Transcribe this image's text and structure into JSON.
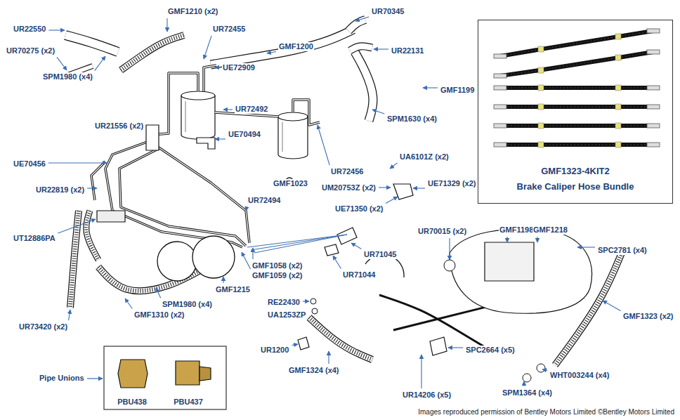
{
  "diagram": {
    "caption": "Images reproduced permission of Bentley Motors Limited ©Bentley Motors Limited",
    "nodes": [
      {
        "text": [
          "GMF1323-4KIT2",
          "Brake Caliper Hose Bundle"
        ]
      },
      {
        "text": [
          "Pipe Unions",
          "PBU438",
          "PBU437"
        ]
      }
    ],
    "labels": [
      "UR22550",
      "GMF1210 (x2)",
      "UR72455",
      "GMF1200",
      "UR70345",
      "UR22131",
      "UR70275 (x2)",
      "SPM1980 (x4)",
      "UE72909",
      "GMF1199",
      "UR72492",
      "SPM1630 (x4)",
      "UR21556 (x2)",
      "UE70494",
      "UE70456",
      "UR72456",
      "UA6101Z (x2)",
      "GMF1023",
      "UM20753Z (x2)",
      "UE71329 (x2)",
      "UR22819 (x2)",
      "UR72494",
      "UE71350 (x2)",
      "UT12886PA",
      "GMF1058 (x2)",
      "GMF1059 (x2)",
      "UR71045",
      "UR70015 (x2)",
      "GMF1198",
      "GMF1218",
      "SPC2781 (x4)",
      "UR71044",
      "GMF1215",
      "RE22430",
      "UA1253ZP",
      "SPM1980 (x4)",
      "GMF1310 (x2)",
      "UR73420 (x2)",
      "GMF1323 (x2)",
      "UR1200",
      "SPC2664 (x5)",
      "GMF1324 (x4)",
      "WHT003244 (x4)",
      "SPM1364 (x4)",
      "UR14206 (x5)"
    ]
  }
}
